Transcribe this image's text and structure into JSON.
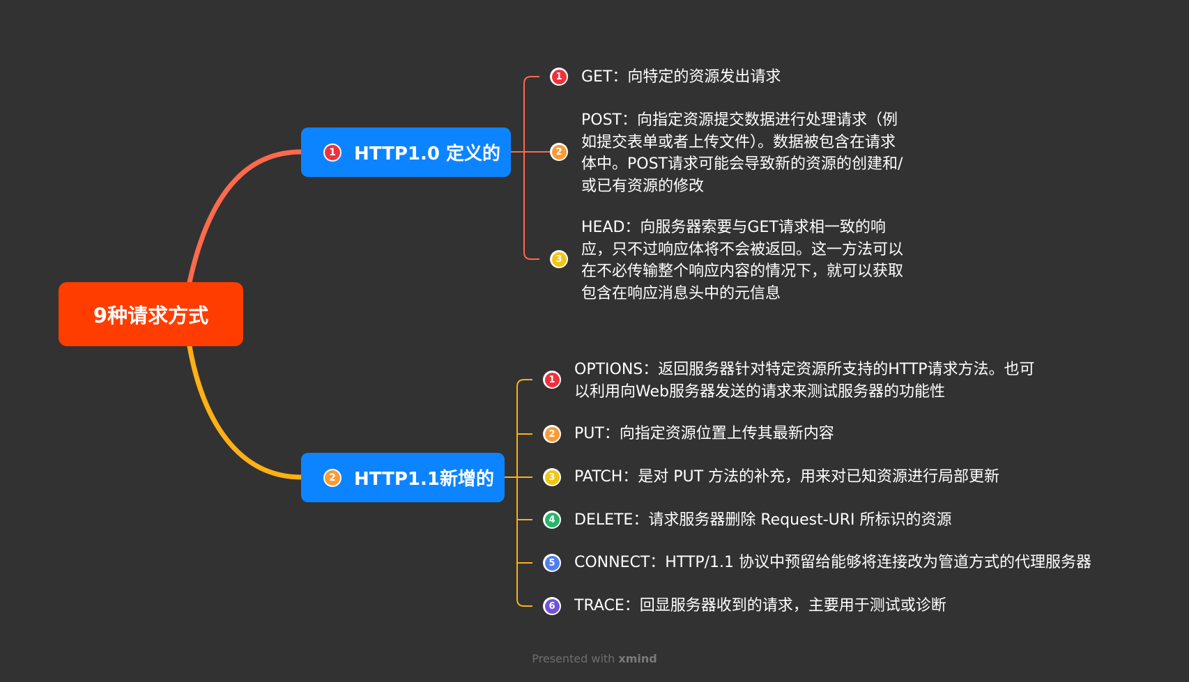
{
  "root": {
    "label": "9种请求方式",
    "color": "#ff3d00"
  },
  "branches": [
    {
      "num": "1",
      "label": "HTTP1.0 定义的",
      "badge_color": "#f0303c",
      "edge_color": "#ff6a4d",
      "leaves": [
        {
          "num": "1",
          "badge_color": "#f0303c",
          "text": "GET：向特定的资源发出请求"
        },
        {
          "num": "2",
          "badge_color": "#fb9b35",
          "text": "POST：向指定资源提交数据进行处理请求（例\n如提交表单或者上传文件）。数据被包含在请求\n体中。POST请求可能会导致新的资源的创建和/\n或已有资源的修改"
        },
        {
          "num": "3",
          "badge_color": "#f2c515",
          "text": "HEAD：向服务器索要与GET请求相一致的响\n应，只不过响应体将不会被返回。这一方法可以\n在不必传输整个响应内容的情况下，就可以获取\n包含在响应消息头中的元信息"
        }
      ]
    },
    {
      "num": "2",
      "label": "HTTP1.1新增的",
      "badge_color": "#fb9b35",
      "edge_color": "#ffb015",
      "leaves": [
        {
          "num": "1",
          "badge_color": "#f0303c",
          "text": "OPTIONS：返回服务器针对特定资源所支持的HTTP请求方法。也可\n以利用向Web服务器发送的请求来测试服务器的功能性"
        },
        {
          "num": "2",
          "badge_color": "#fb9b35",
          "text": "PUT：向指定资源位置上传其最新内容"
        },
        {
          "num": "3",
          "badge_color": "#f2c515",
          "text": "PATCH：是对 PUT 方法的补充，用来对已知资源进行局部更新"
        },
        {
          "num": "4",
          "badge_color": "#27b56b",
          "text": "DELETE：请求服务器删除 Request-URI 所标识的资源"
        },
        {
          "num": "5",
          "badge_color": "#4f7df0",
          "text": "CONNECT：HTTP/1.1 协议中预留给能够将连接改为管道方式的代理服务器"
        },
        {
          "num": "6",
          "badge_color": "#7152d8",
          "text": "TRACE：回显服务器收到的请求，主要用于测试或诊断"
        }
      ]
    }
  ],
  "footer": {
    "prefix": "Presented with",
    "brand": "xmind"
  }
}
